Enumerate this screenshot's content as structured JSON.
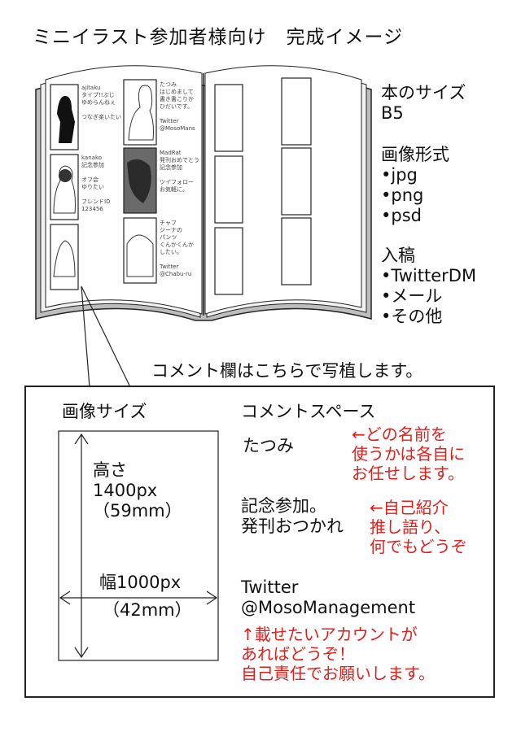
{
  "title": "ミニイラスト参加者様向け　完成イメージ",
  "book": {
    "entries": [
      {
        "name": "ajitaku",
        "lines": [
          "タイプ!!ぷじ",
          "ゆめらんねぇ",
          "",
          "つなぎ楽いたい"
        ]
      },
      {
        "name": "たつみ",
        "lines": [
          "はじめまして",
          "書き書こりか",
          "ひだいです。",
          "",
          "Twitter",
          "@MosoMans"
        ]
      },
      {
        "name": "kanako",
        "lines": [
          "記念参加",
          "",
          "オフ会",
          "ゆりたい",
          "",
          "フレンドID",
          "123456"
        ]
      },
      {
        "name": "MadRat",
        "lines": [
          "発刊おめでとう",
          "記念参加",
          "",
          "ツイフォロー",
          "お気軽に。"
        ]
      },
      {
        "name": "",
        "lines": []
      },
      {
        "name": "チャフ",
        "lines": [
          "ジーナの",
          "パンツ",
          "くんかくんか",
          "したい。",
          "",
          "Twitter",
          "@Chabu-ru"
        ]
      }
    ]
  },
  "spec": {
    "size_label": "本のサイズ",
    "size_value": "B5",
    "format_label": "画像形式",
    "formats": [
      "•jpg",
      "•png",
      "•psd"
    ],
    "submit_label": "入稿",
    "submit_methods": [
      "•TwitterDM",
      "•メール",
      "•その他"
    ]
  },
  "comment_note": "コメント欄はこちらで写植します。",
  "detail": {
    "image_size_label": "画像サイズ",
    "comment_space_label": "コメントスペース",
    "height_label": "高さ",
    "height_px": "1400px",
    "height_mm": "（59mm）",
    "width_label": "幅1000px",
    "width_mm": "（42mm）",
    "sample_name": "たつみ",
    "sample_comment": [
      "記念参加。",
      "発刊おつかれ"
    ],
    "sample_account": [
      "Twitter",
      "@MosoManagement"
    ],
    "name_note": [
      "←どの名前を",
      "使うかは各自に",
      "お任せします。"
    ],
    "comment_note": [
      "←自己紹介",
      "推し語り、",
      "何でもどうぞ"
    ],
    "account_note": [
      "↑載せたいアカウントが",
      "あればどうぞ！",
      "自己責任でお願いします。"
    ]
  },
  "colors": {
    "annotation": "#e0201c",
    "line": "#222222",
    "page_gray": "#bdbdbd"
  }
}
